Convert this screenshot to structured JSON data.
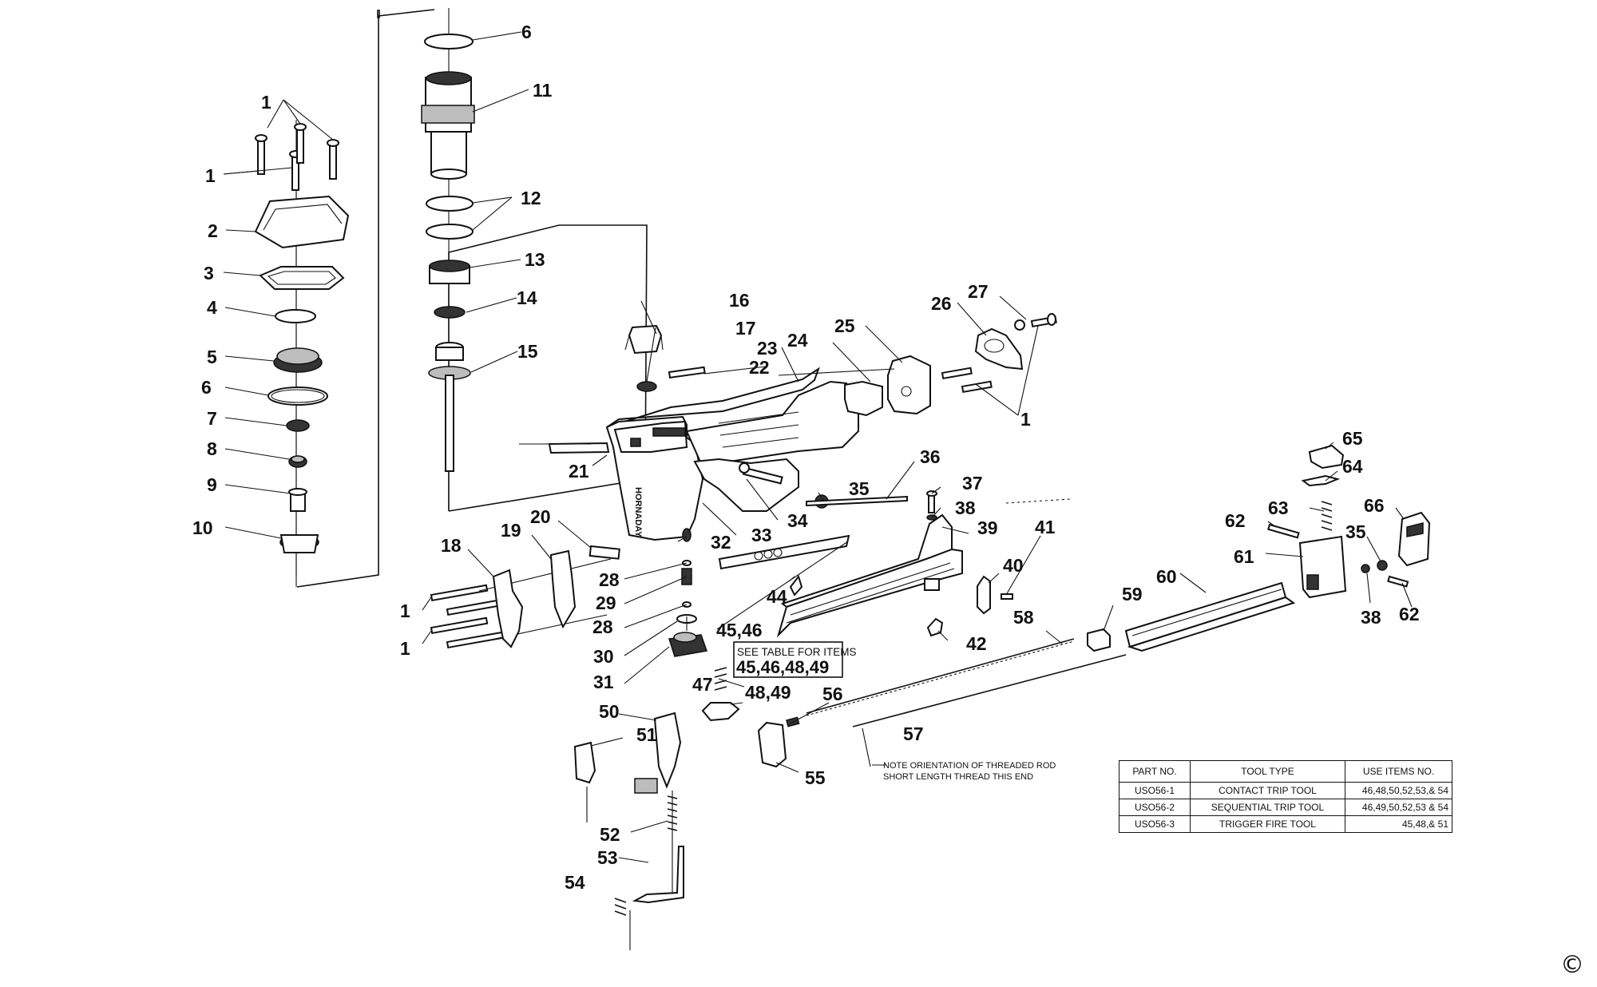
{
  "callouts": [
    {
      "id": "c1a",
      "text": "1"
    },
    {
      "id": "c1b",
      "text": "1"
    },
    {
      "id": "c2",
      "text": "2"
    },
    {
      "id": "c3",
      "text": "3"
    },
    {
      "id": "c4",
      "text": "4"
    },
    {
      "id": "c5",
      "text": "5"
    },
    {
      "id": "c6a",
      "text": "6"
    },
    {
      "id": "c6b",
      "text": "6"
    },
    {
      "id": "c7",
      "text": "7"
    },
    {
      "id": "c8",
      "text": "8"
    },
    {
      "id": "c9",
      "text": "9"
    },
    {
      "id": "c10",
      "text": "10"
    },
    {
      "id": "c11",
      "text": "11"
    },
    {
      "id": "c12",
      "text": "12"
    },
    {
      "id": "c13",
      "text": "13"
    },
    {
      "id": "c14",
      "text": "14"
    },
    {
      "id": "c15",
      "text": "15"
    },
    {
      "id": "c16",
      "text": "16"
    },
    {
      "id": "c17",
      "text": "17"
    },
    {
      "id": "c18",
      "text": "18"
    },
    {
      "id": "c19",
      "text": "19"
    },
    {
      "id": "c20",
      "text": "20"
    },
    {
      "id": "c21",
      "text": "21"
    },
    {
      "id": "c22",
      "text": "22"
    },
    {
      "id": "c23",
      "text": "23"
    },
    {
      "id": "c24",
      "text": "24"
    },
    {
      "id": "c25",
      "text": "25"
    },
    {
      "id": "c26",
      "text": "26"
    },
    {
      "id": "c27",
      "text": "27"
    },
    {
      "id": "c1c",
      "text": "1"
    },
    {
      "id": "c28a",
      "text": "28"
    },
    {
      "id": "c29",
      "text": "29"
    },
    {
      "id": "c28b",
      "text": "28"
    },
    {
      "id": "c30",
      "text": "30"
    },
    {
      "id": "c31",
      "text": "31"
    },
    {
      "id": "c32",
      "text": "32"
    },
    {
      "id": "c33",
      "text": "33"
    },
    {
      "id": "c34",
      "text": "34"
    },
    {
      "id": "c35a",
      "text": "35"
    },
    {
      "id": "c36",
      "text": "36"
    },
    {
      "id": "c37",
      "text": "37"
    },
    {
      "id": "c38a",
      "text": "38"
    },
    {
      "id": "c39",
      "text": "39"
    },
    {
      "id": "c40",
      "text": "40"
    },
    {
      "id": "c41",
      "text": "41"
    },
    {
      "id": "c42",
      "text": "42"
    },
    {
      "id": "c44",
      "text": "44"
    },
    {
      "id": "c4546",
      "text": "45,46"
    },
    {
      "id": "c47",
      "text": "47"
    },
    {
      "id": "c4849",
      "text": "48,49"
    },
    {
      "id": "c50",
      "text": "50"
    },
    {
      "id": "c51",
      "text": "51"
    },
    {
      "id": "c52",
      "text": "52"
    },
    {
      "id": "c53",
      "text": "53"
    },
    {
      "id": "c54",
      "text": "54"
    },
    {
      "id": "c55",
      "text": "55"
    },
    {
      "id": "c56",
      "text": "56"
    },
    {
      "id": "c57",
      "text": "57"
    },
    {
      "id": "c58",
      "text": "58"
    },
    {
      "id": "c59",
      "text": "59"
    },
    {
      "id": "c60",
      "text": "60"
    },
    {
      "id": "c61",
      "text": "61"
    },
    {
      "id": "c62a",
      "text": "62"
    },
    {
      "id": "c63",
      "text": "63"
    },
    {
      "id": "c64",
      "text": "64"
    },
    {
      "id": "c65",
      "text": "65"
    },
    {
      "id": "c66",
      "text": "66"
    },
    {
      "id": "c35b",
      "text": "35"
    },
    {
      "id": "c38b",
      "text": "38"
    },
    {
      "id": "c62b",
      "text": "62"
    },
    {
      "id": "c1d",
      "text": "1"
    },
    {
      "id": "c1e",
      "text": "1"
    }
  ],
  "see_table": {
    "line1": "SEE TABLE FOR ITEMS",
    "line2": "45,46,48,49"
  },
  "note": {
    "line1": "NOTE ORIENTATION OF THREADED ROD",
    "line2": "SHORT LENGTH THREAD THIS END"
  },
  "tool_side_text": "HORNADAY",
  "table": {
    "headers": [
      "PART NO.",
      "TOOL TYPE",
      "USE ITEMS NO."
    ],
    "rows": [
      [
        "USO56-1",
        "CONTACT TRIP TOOL",
        "46,48,50,52,53,& 54"
      ],
      [
        "USO56-2",
        "SEQUENTIAL TRIP TOOL",
        "46,49,50,52,53 & 54"
      ],
      [
        "USO56-3",
        "TRIGGER FIRE TOOL",
        "45,48,& 51"
      ]
    ]
  },
  "copyright": "©"
}
